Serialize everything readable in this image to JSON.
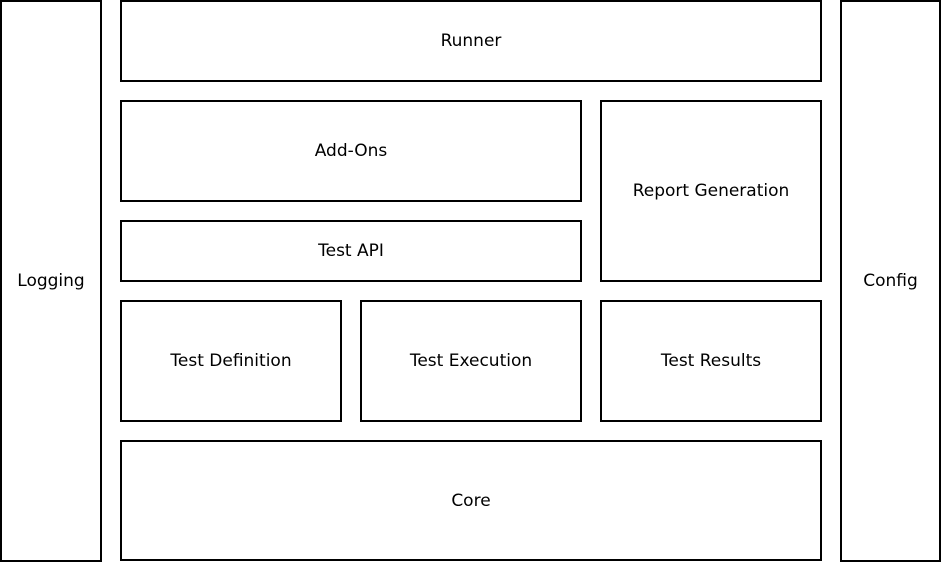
{
  "diagram": {
    "logging": "Logging",
    "config": "Config",
    "runner": "Runner",
    "addons": "Add-Ons",
    "report_generation": "Report Generation",
    "test_api": "Test API",
    "test_definition": "Test Definition",
    "test_execution": "Test Execution",
    "test_results": "Test Results",
    "core": "Core"
  }
}
